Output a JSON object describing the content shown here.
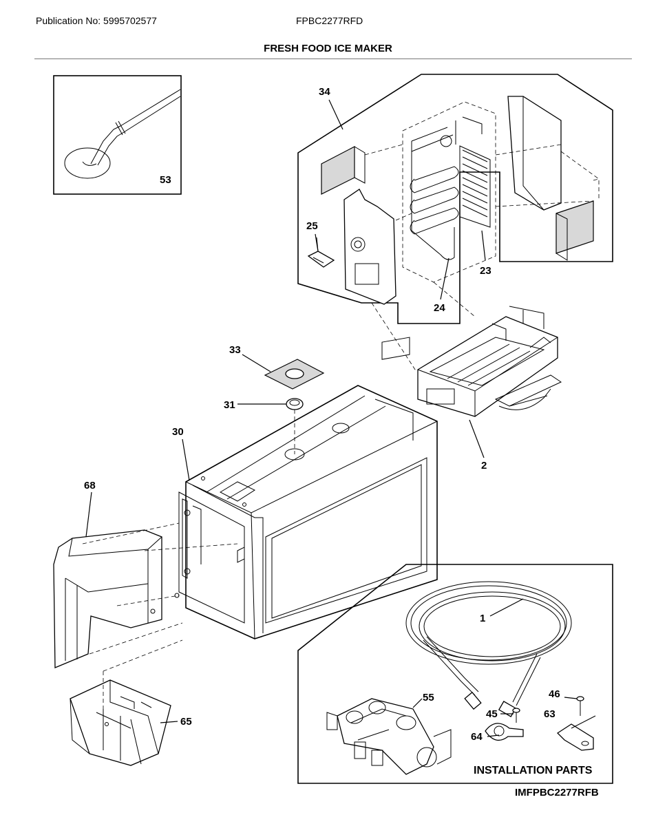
{
  "header": {
    "publication": "Publication No: 5995702577",
    "model": "FPBC2277RFD",
    "title": "FRESH FOOD ICE MAKER"
  },
  "footer": {
    "code": "IMFPBC2277RFB"
  },
  "installation_label": "INSTALLATION PARTS",
  "callouts": {
    "c53": "53",
    "c34": "34",
    "c25": "25",
    "c23": "23",
    "c24": "24",
    "c33": "33",
    "c31": "31",
    "c30": "30",
    "c2": "2",
    "c68": "68",
    "c1": "1",
    "c55": "55",
    "c46": "46",
    "c45": "45",
    "c63": "63",
    "c64": "64",
    "c65": "65"
  }
}
